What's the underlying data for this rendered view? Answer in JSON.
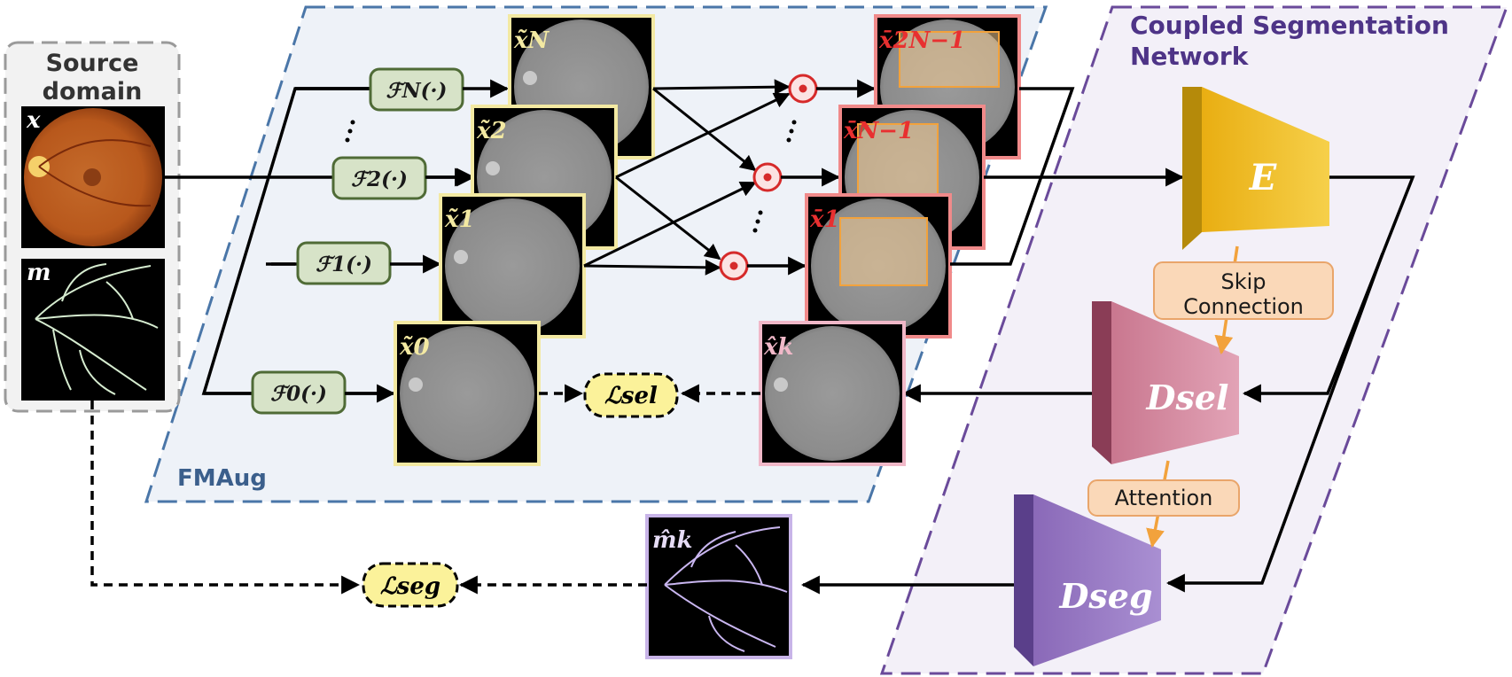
{
  "source": {
    "title_line1": "Source",
    "title_line2": "domain",
    "image_label": "x",
    "mask_label": "m"
  },
  "fmaug": {
    "title": "FMAug",
    "filters": {
      "fN": "ℱN(·)",
      "f2": "ℱ2(·)",
      "f1": "ℱ1(·)",
      "f0": "ℱ0(·)"
    },
    "images": {
      "xN": "x̃N",
      "x2": "x̃2",
      "x1": "x̃1",
      "x0": "x̃0",
      "xk": "x̂k"
    },
    "mixed": {
      "x2N1": "x̄2N−1",
      "xN1": "x̄N−1",
      "x1bar": "x̄1"
    },
    "loss_sel": "ℒsel"
  },
  "network": {
    "title_line1": "Coupled Segmentation",
    "title_line2": "Network",
    "encoder": "E",
    "decoder_sel": "Dsel",
    "decoder_seg": "Dseg",
    "skip_line1": "Skip",
    "skip_line2": "Connection",
    "attention": "Attention"
  },
  "output": {
    "mask_label": "m̂k",
    "loss_seg": "ℒseg"
  },
  "colors": {
    "fmaug_border": "#4a76a8",
    "fmaug_bg": "#eef2f8",
    "net_border": "#6a4a9a",
    "net_bg": "#f3f0f8",
    "filter_fill": "#d7e3c8",
    "filter_border": "#4f6b36",
    "loss_fill": "#fbf29a",
    "encoder": "#f1c232",
    "decoder_sel": "#d98aa6",
    "decoder_seg": "#9a7cc6",
    "badge": "#fad8b8",
    "badge_border": "#e9a56a",
    "highlight_red": "#e83030",
    "highlight_yellow": "#f3e9a2"
  }
}
